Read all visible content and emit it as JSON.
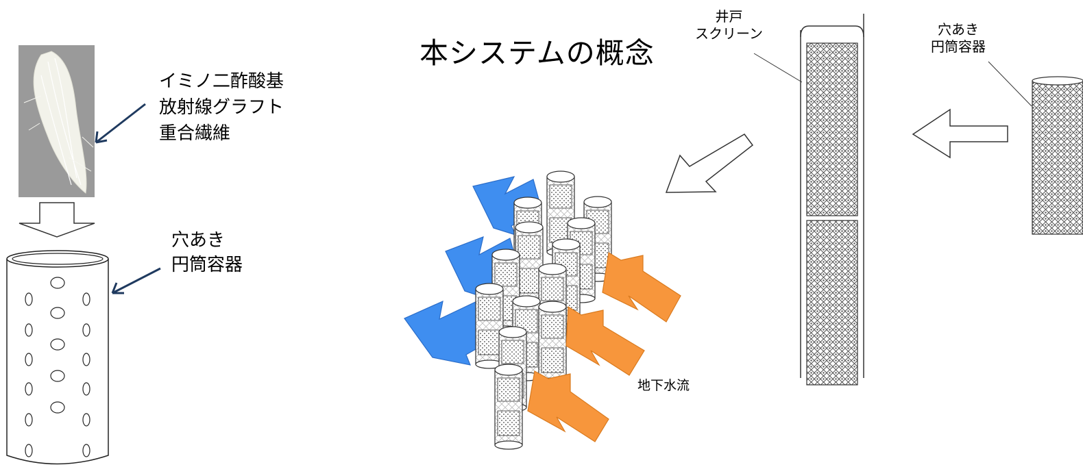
{
  "title": "本システムの概念",
  "fiber_label": [
    "イミノ二酢酸基",
    "放射線グラフト",
    "重合繊維"
  ],
  "cylinder_label": [
    "穴あき",
    "円筒容器"
  ],
  "screen_label": [
    "井戸",
    "スクリーン"
  ],
  "container_label": [
    "穴あき",
    "円筒容器"
  ],
  "flow_label": "地下水流",
  "colors": {
    "arrow_blue": "#3f8ef0",
    "arrow_orange": "#f7963c",
    "photo_bg": "#9a9a9a",
    "fiber": "#f2f2ea",
    "leader_line": "#1f3a5f"
  }
}
